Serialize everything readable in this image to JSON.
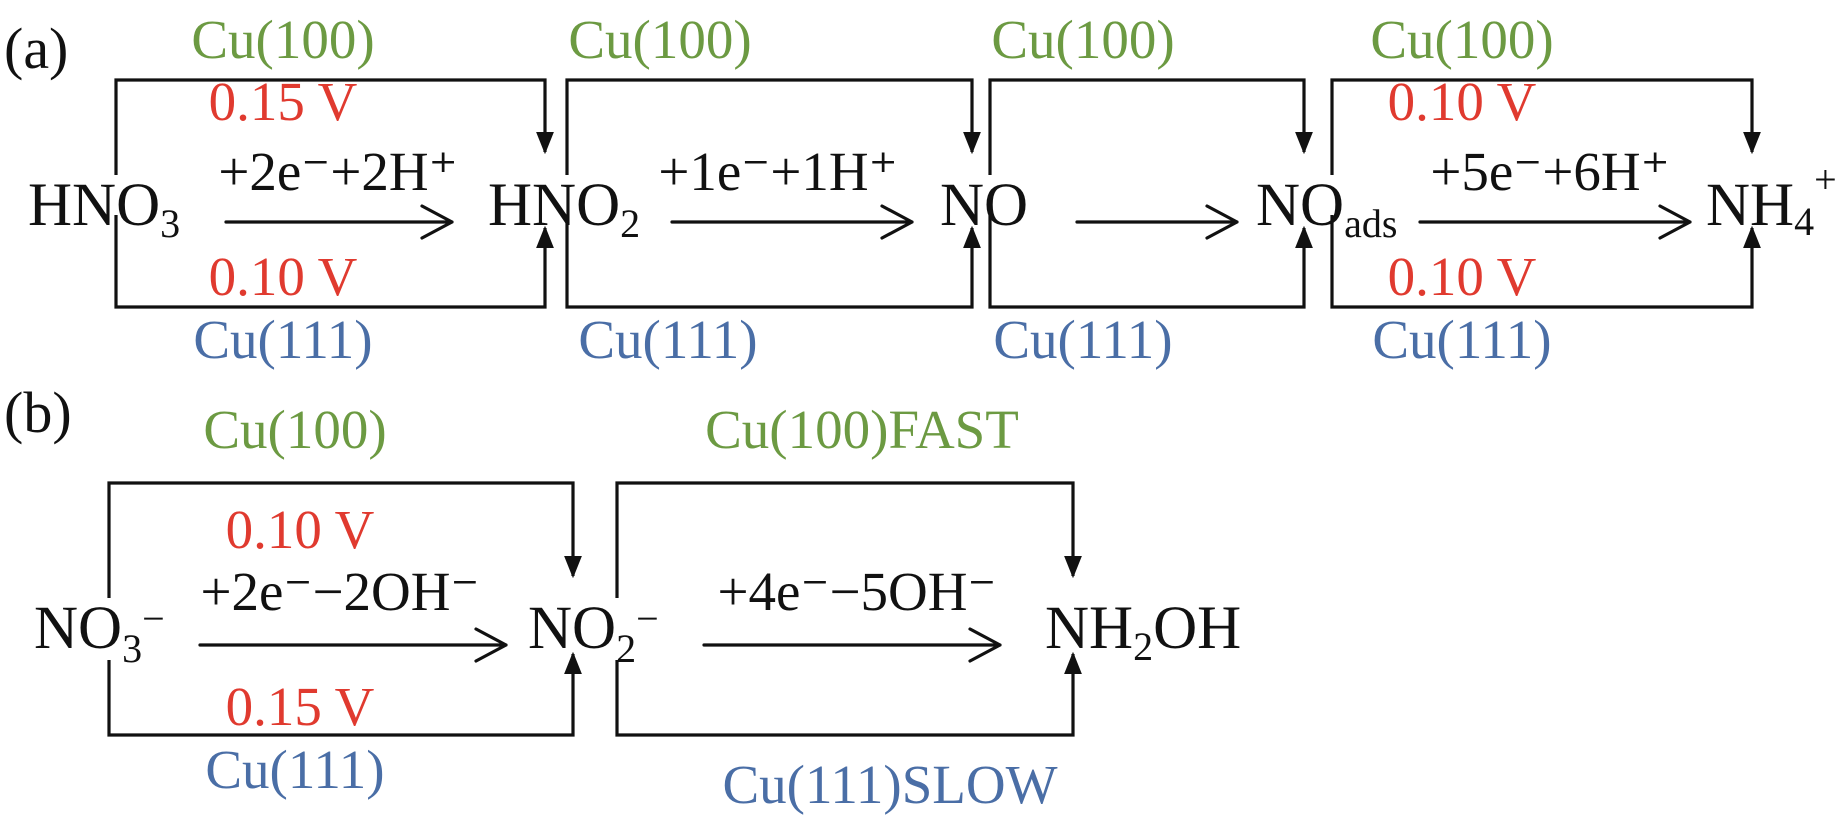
{
  "colors": {
    "green": "#6c9a42",
    "blue": "#4a6ea6",
    "red": "#e03a2f",
    "black": "#111111"
  },
  "panel_a": {
    "label": "(a)",
    "species": [
      {
        "main": "HNO",
        "sub": "3",
        "sup": ""
      },
      {
        "main": "HNO",
        "sub": "2",
        "sup": ""
      },
      {
        "main": "NO",
        "sub": "",
        "sup": ""
      },
      {
        "main": "NO",
        "sub": "ads",
        "sup": ""
      },
      {
        "main": "NH",
        "sub": "4",
        "sup": "+"
      }
    ],
    "conditions": [
      "+2e⁻+2H⁺",
      "+1e⁻+1H⁺",
      "",
      "+5e⁻+6H⁺"
    ],
    "top_catalyst": [
      "Cu(100)",
      "Cu(100)",
      "Cu(100)",
      "Cu(100)"
    ],
    "bottom_catalyst": [
      "Cu(111)",
      "Cu(111)",
      "Cu(111)",
      "Cu(111)"
    ],
    "top_potential": [
      "0.15 V",
      "",
      "",
      "0.10 V"
    ],
    "bottom_potential": [
      "0.10 V",
      "",
      "",
      "0.10 V"
    ]
  },
  "panel_b": {
    "label": "(b)",
    "species": [
      {
        "main": "NO",
        "sub": "3",
        "sup": "−"
      },
      {
        "main": "NO",
        "sub": "2",
        "sup": "−"
      },
      {
        "main": "NH",
        "sub": "2",
        "sup": "",
        "tail": "OH"
      }
    ],
    "conditions": [
      "+2e⁻−2OH⁻",
      "+4e⁻−5OH⁻"
    ],
    "top_catalyst": [
      "Cu(100)",
      "Cu(100)FAST"
    ],
    "bottom_catalyst": [
      "Cu(111)",
      "Cu(111)SLOW"
    ],
    "top_potential": [
      "0.10 V",
      ""
    ],
    "bottom_potential": [
      "0.15 V",
      ""
    ]
  }
}
